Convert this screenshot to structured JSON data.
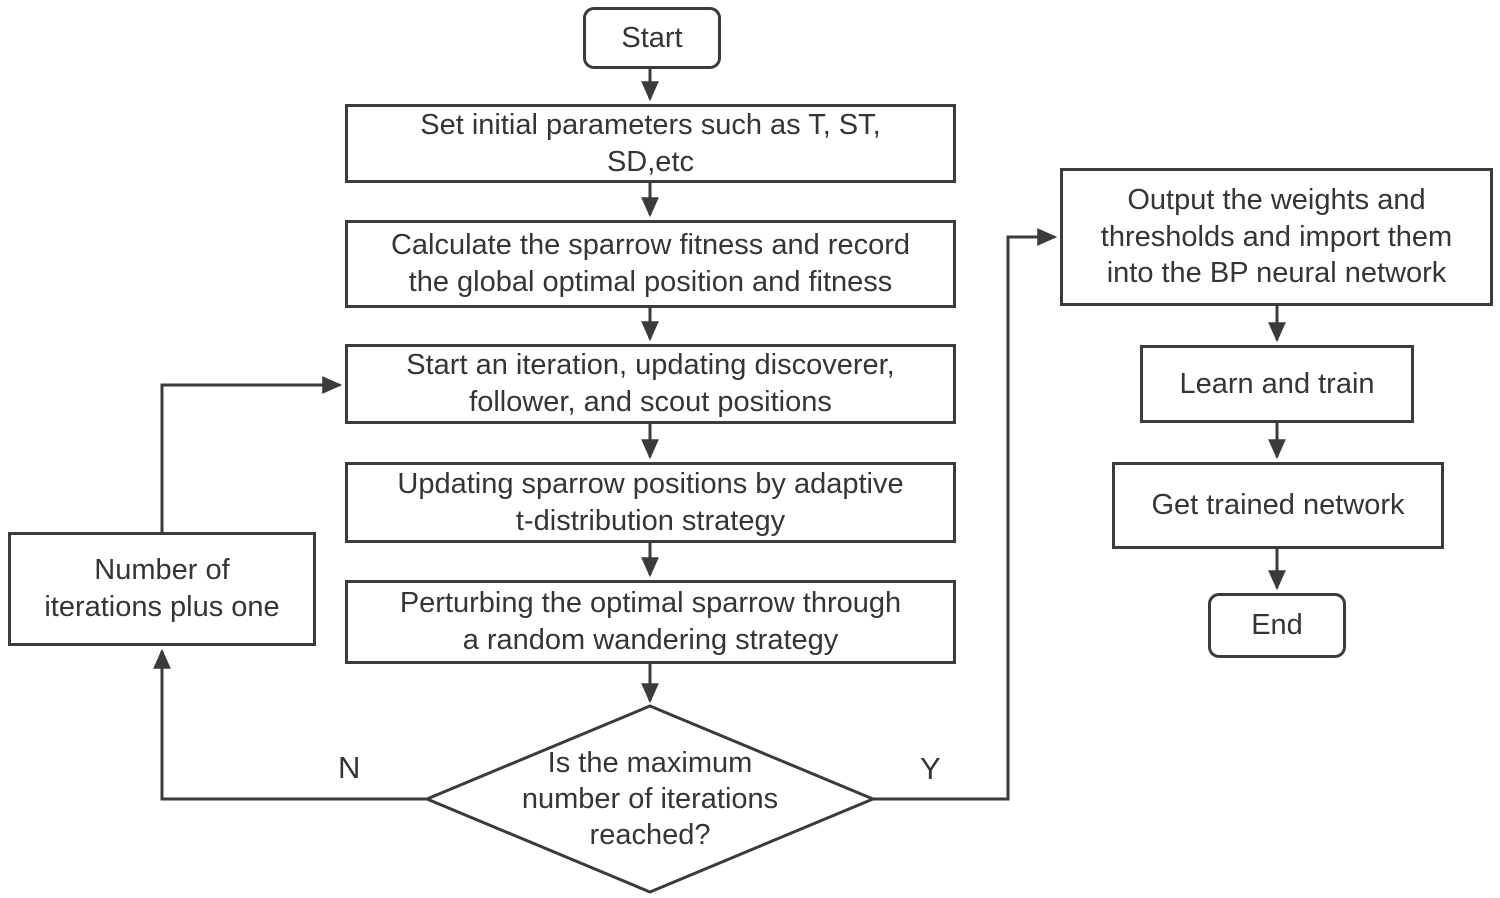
{
  "figure": {
    "type": "flowchart",
    "colors": {
      "stroke": "#3b3b3b",
      "text": "#353535",
      "background": "#ffffff"
    },
    "nodes": {
      "start": "Start",
      "set_params": "Set initial parameters such as T, ST,\nSD,etc",
      "calc_fitness": "Calculate the sparrow fitness and record\nthe global optimal position and fitness",
      "start_iteration": "Start an iteration, updating discoverer,\nfollower, and scout positions",
      "update_positions": "Updating sparrow positions by adaptive\nt-distribution strategy",
      "perturb": "Perturbing the optimal sparrow through\na random wandering strategy",
      "decision": "Is the maximum\nnumber of iterations\nreached?",
      "iter_plus_one": "Number of\niterations plus one",
      "output_weights": "Output the weights and\nthresholds and import them\ninto the BP neural network",
      "learn_train": "Learn and train",
      "get_network": "Get trained network",
      "end": "End"
    },
    "branch_labels": {
      "no": "N",
      "yes": "Y"
    }
  }
}
